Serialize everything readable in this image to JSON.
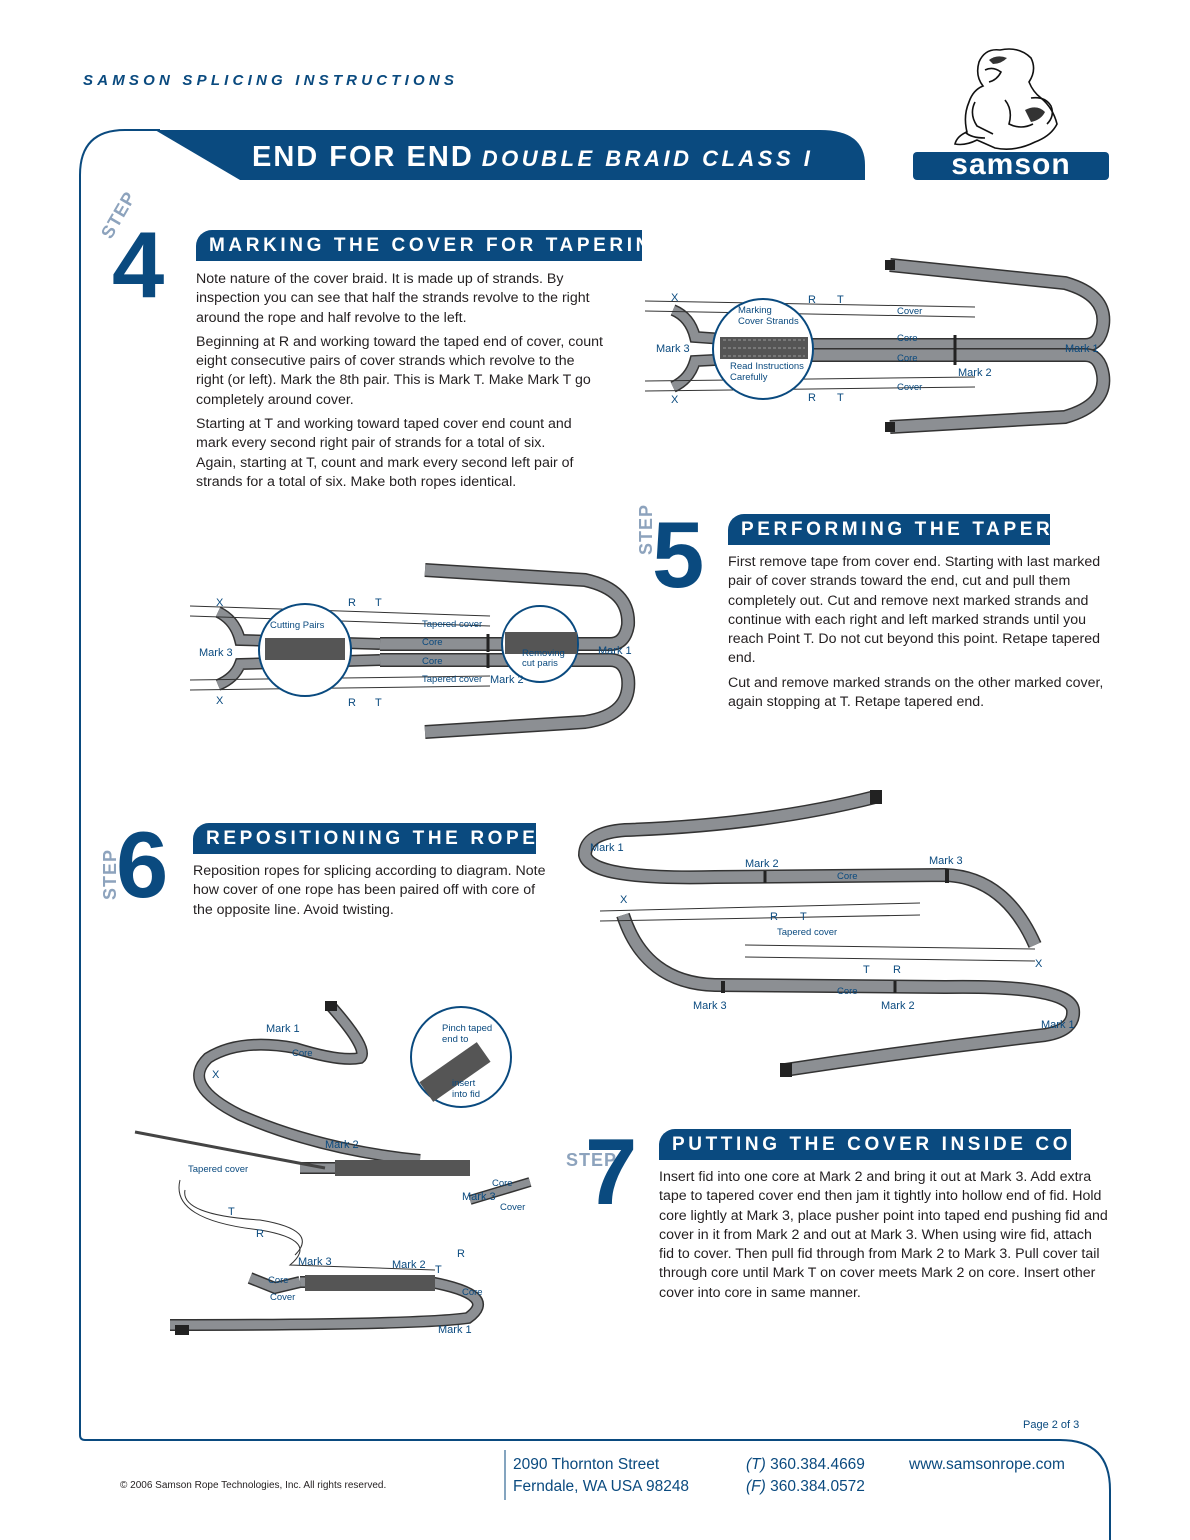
{
  "header": {
    "series_title": "SAMSON SPLICING INSTRUCTIONS"
  },
  "banner": {
    "title": "END FOR END",
    "subtitle": "DOUBLE BRAID CLASS I"
  },
  "logo": {
    "wordmark": "samson"
  },
  "step_word": "STEP",
  "steps": [
    {
      "number": "4",
      "heading": "MARKING THE COVER FOR TAPERING",
      "paragraphs": [
        "Note nature of the cover braid. It is made up of strands. By inspection you can see that half the strands revolve to the right around the rope and half revolve to the left.",
        "Beginning at R and working toward the taped end of cover, count eight consecutive pairs of cover strands which revolve to the right (or left). Mark the 8th pair. This is Mark T. Make Mark T go completely around cover.",
        "Starting at T and working toward taped cover end count and mark every second right pair of strands for a total of six. Again, starting at T, count and mark every second left pair of strands for a total of six. Make both ropes identical."
      ]
    },
    {
      "number": "5",
      "heading": "PERFORMING THE TAPER",
      "paragraphs": [
        "First remove tape from cover end. Starting with last marked pair of cover strands toward the end, cut and pull them completely out. Cut and remove next marked strands and continue with each right and left marked strands until you reach Point T. Do not cut beyond this point. Retape tapered end.",
        "Cut and remove marked strands on the other marked cover, again stopping at T. Retape tapered end."
      ]
    },
    {
      "number": "6",
      "heading": "REPOSITIONING THE ROPES",
      "paragraphs": [
        "Reposition ropes for splicing according to diagram. Note how cover of one rope has been paired off with core of the opposite line. Avoid twisting."
      ]
    },
    {
      "number": "7",
      "heading": "PUTTING THE COVER INSIDE CORE",
      "paragraphs": [
        "Insert fid into one core at Mark 2 and bring it out at Mark 3. Add extra tape to tapered cover end then jam it tightly into hollow end of fid. Hold core lightly at Mark 3, place pusher point into taped end pushing fid and cover in it from Mark 2 and out at Mark 3. When using wire fid, attach fid to cover. Then pull fid through from Mark 2 to Mark 3. Pull cover tail through core until Mark T on cover meets Mark 2 on core. Insert other cover into core in same manner."
      ]
    }
  ],
  "figures": {
    "fig4": {
      "x": "X",
      "r": "R",
      "t": "T",
      "mark1": "Mark 1",
      "mark2": "Mark 2",
      "mark3": "Mark 3",
      "cover": "Cover",
      "core": "Core",
      "inset_top": "Marking",
      "inset_top2": "Cover Strands",
      "inset_bottom": "Read Instructions",
      "inset_bottom2": "Carefully"
    },
    "fig5": {
      "x": "X",
      "r": "R",
      "t": "T",
      "mark1": "Mark 1",
      "mark2": "Mark 2",
      "mark3": "Mark 3",
      "tapered_cover": "Tapered cover",
      "core": "Core",
      "cutting_pairs": "Cutting Pairs",
      "removing": "Removing",
      "cut_pairs": "cut paris"
    },
    "fig6": {
      "mark1": "Mark 1",
      "mark2": "Mark 2",
      "mark3": "Mark 3",
      "core": "Core",
      "x": "X",
      "r": "R",
      "t": "T",
      "tapered_cover": "Tapered cover"
    },
    "fig7": {
      "mark1": "Mark 1",
      "mark2": "Mark 2",
      "mark3": "Mark 3",
      "core": "Core",
      "cover": "Cover",
      "x": "X",
      "t": "T",
      "r": "R",
      "tapered_cover": "Tapered cover",
      "pinch1": "Pinch taped",
      "pinch2": "end to",
      "insert1": "insert",
      "insert2": "into fid"
    }
  },
  "footer": {
    "page": "Page 2 of 3",
    "address1": "2090 Thornton Street",
    "address2": "Ferndale, WA USA 98248",
    "phone_label": "(T)",
    "phone": "360.384.4669",
    "fax_label": "(F)",
    "fax": "360.384.0572",
    "website": "www.samsonrope.com",
    "copyright": "© 2006 Samson Rope Technologies, Inc. All rights reserved."
  },
  "colors": {
    "brand_blue": "#0a4a7f",
    "rope_gray": "#8c8f93",
    "step_light": "#8da3bd"
  }
}
